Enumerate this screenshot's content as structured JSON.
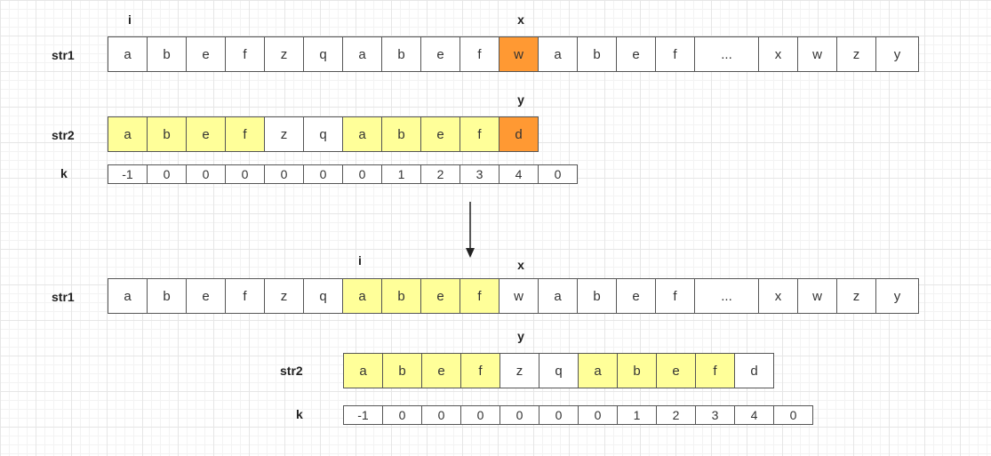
{
  "labels": {
    "str1": "str1",
    "str2": "str2",
    "k": "k"
  },
  "markers": {
    "i": "i",
    "x": "x",
    "y": "y"
  },
  "colors": {
    "highlight": "#ffff99",
    "mismatch": "#ff9933",
    "grid": "#e6e6e6"
  },
  "step1": {
    "str1": [
      "a",
      "b",
      "e",
      "f",
      "z",
      "q",
      "a",
      "b",
      "e",
      "f",
      "w",
      "a",
      "b",
      "e",
      "f",
      "...",
      "x",
      "w",
      "z",
      "y"
    ],
    "str1_highlight": {
      "10": "orange"
    },
    "str2": [
      "a",
      "b",
      "e",
      "f",
      "z",
      "q",
      "a",
      "b",
      "e",
      "f",
      "d"
    ],
    "str2_highlight": {
      "0": "yellow",
      "1": "yellow",
      "2": "yellow",
      "3": "yellow",
      "6": "yellow",
      "7": "yellow",
      "8": "yellow",
      "9": "yellow",
      "10": "orange"
    },
    "k": [
      "-1",
      "0",
      "0",
      "0",
      "0",
      "0",
      "0",
      "1",
      "2",
      "3",
      "4",
      "0"
    ]
  },
  "step2": {
    "str1": [
      "a",
      "b",
      "e",
      "f",
      "z",
      "q",
      "a",
      "b",
      "e",
      "f",
      "w",
      "a",
      "b",
      "e",
      "f",
      "...",
      "x",
      "w",
      "z",
      "y"
    ],
    "str1_highlight": {
      "6": "yellow",
      "7": "yellow",
      "8": "yellow",
      "9": "yellow"
    },
    "str2": [
      "a",
      "b",
      "e",
      "f",
      "z",
      "q",
      "a",
      "b",
      "e",
      "f",
      "d"
    ],
    "str2_highlight": {
      "0": "yellow",
      "1": "yellow",
      "2": "yellow",
      "3": "yellow",
      "6": "yellow",
      "7": "yellow",
      "8": "yellow",
      "9": "yellow"
    },
    "k": [
      "-1",
      "0",
      "0",
      "0",
      "0",
      "0",
      "0",
      "1",
      "2",
      "3",
      "4",
      "0"
    ]
  }
}
